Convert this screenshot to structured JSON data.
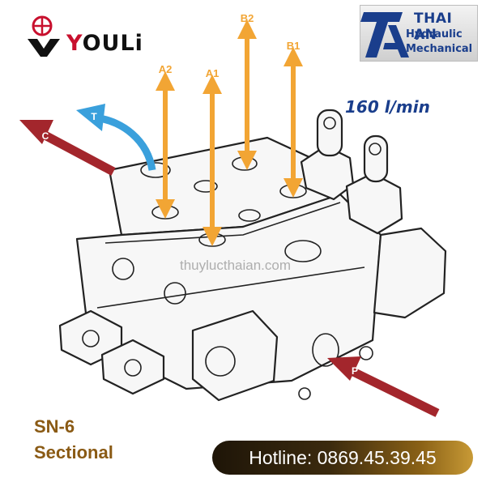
{
  "logos": {
    "youli": {
      "text_main": "OULi",
      "text_initial": "Y"
    },
    "thaian": {
      "name": "THAI AN",
      "line1": "Hydraulic",
      "line2": "Mechanical"
    }
  },
  "flow_rate": "160 l/min",
  "ports": {
    "a2": "A2",
    "a1": "A1",
    "b2": "B2",
    "b1": "B1",
    "t": "T",
    "c": "C",
    "p": "P"
  },
  "watermark": "thuylucthaian.com",
  "model": "SN-6",
  "type": "Sectional",
  "hotline": "Hotline: 0869.45.39.45",
  "colors": {
    "arrow_orange": "#f2a534",
    "arrow_red": "#a3262c",
    "arrow_blue": "#3aa0dc",
    "brand_blue": "#1a3e8c",
    "brand_red": "#c8102e",
    "text_brown": "#8a5a14"
  }
}
